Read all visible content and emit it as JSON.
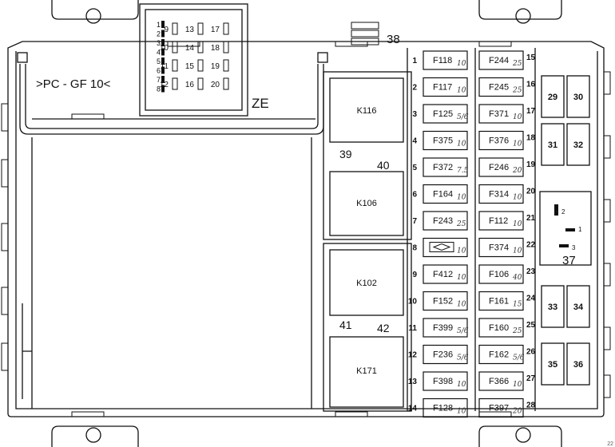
{
  "left_label": ">PC - GF 10<",
  "connector_label": "ZE",
  "connector_pins": [
    "1",
    "2",
    "3",
    "4",
    "5",
    "6",
    "7",
    "8",
    "9",
    "10",
    "11",
    "12",
    "13",
    "14",
    "15",
    "16",
    "17",
    "18",
    "19",
    "20"
  ],
  "top_item": "38",
  "relays": [
    {
      "name": "K116",
      "num": "39"
    },
    {
      "name": "K106",
      "num": "40"
    },
    {
      "name": "K102",
      "num": "41"
    },
    {
      "name": "K171",
      "num": "42"
    }
  ],
  "fuses_left": [
    {
      "pos": "1",
      "id": "F118",
      "rating": "10"
    },
    {
      "pos": "2",
      "id": "F117",
      "rating": "10"
    },
    {
      "pos": "3",
      "id": "F125",
      "rating": "5/6"
    },
    {
      "pos": "4",
      "id": "F375",
      "rating": "10"
    },
    {
      "pos": "5",
      "id": "F372",
      "rating": "7.5"
    },
    {
      "pos": "6",
      "id": "F164",
      "rating": "10"
    },
    {
      "pos": "7",
      "id": "F243",
      "rating": "25"
    },
    {
      "pos": "8",
      "id": "",
      "rating": "10"
    },
    {
      "pos": "9",
      "id": "F412",
      "rating": "10"
    },
    {
      "pos": "10",
      "id": "F152",
      "rating": "10"
    },
    {
      "pos": "11",
      "id": "F399",
      "rating": "5/6"
    },
    {
      "pos": "12",
      "id": "F236",
      "rating": "5/6"
    },
    {
      "pos": "13",
      "id": "F398",
      "rating": "10"
    },
    {
      "pos": "14",
      "id": "F128",
      "rating": "10"
    }
  ],
  "fuses_right": [
    {
      "pos": "15",
      "id": "F244",
      "rating": "25"
    },
    {
      "pos": "16",
      "id": "F245",
      "rating": "25"
    },
    {
      "pos": "17",
      "id": "F371",
      "rating": "10"
    },
    {
      "pos": "18",
      "id": "F376",
      "rating": "10"
    },
    {
      "pos": "19",
      "id": "F246",
      "rating": "20"
    },
    {
      "pos": "20",
      "id": "F314",
      "rating": "10"
    },
    {
      "pos": "21",
      "id": "F112",
      "rating": "10"
    },
    {
      "pos": "22",
      "id": "F374",
      "rating": "10"
    },
    {
      "pos": "23",
      "id": "F106",
      "rating": "40"
    },
    {
      "pos": "24",
      "id": "F161",
      "rating": "15"
    },
    {
      "pos": "25",
      "id": "F160",
      "rating": "25"
    },
    {
      "pos": "26",
      "id": "F162",
      "rating": "5/6"
    },
    {
      "pos": "27",
      "id": "F366",
      "rating": "10"
    },
    {
      "pos": "28",
      "id": "F397",
      "rating": "20"
    }
  ],
  "side_relays": [
    "29",
    "30",
    "31",
    "32",
    "33",
    "34",
    "35",
    "36"
  ],
  "diode": {
    "num": "37",
    "pins": [
      "1",
      "2",
      "3"
    ]
  },
  "corner_mark": "22"
}
